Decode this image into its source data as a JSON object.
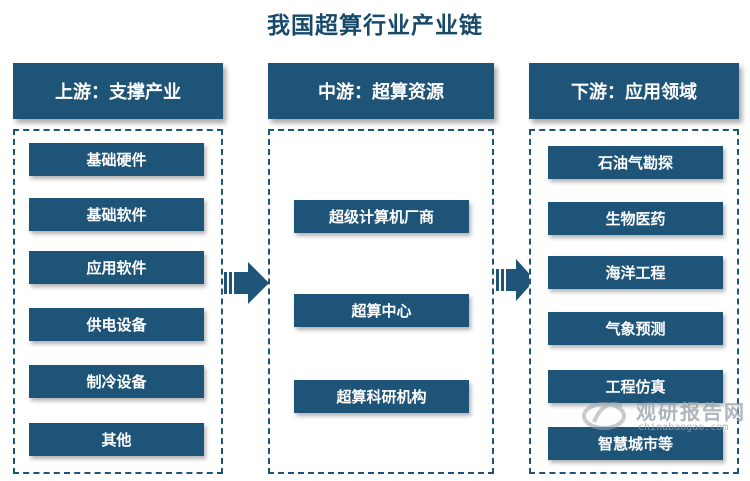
{
  "title": "我国超算行业产业链",
  "upstream": {
    "header": "上游：支撑产业",
    "items": [
      "基础硬件",
      "基础软件",
      "应用软件",
      "供电设备",
      "制冷设备",
      "其他"
    ]
  },
  "midstream": {
    "header": "中游：超算资源",
    "items": [
      "超级计算机厂商",
      "超算中心",
      "超算科研机构"
    ]
  },
  "downstream": {
    "header": "下游：应用领域",
    "items": [
      "石油气勘探",
      "生物医药",
      "海洋工程",
      "气象预测",
      "工程仿真",
      "智慧城市等"
    ]
  },
  "watermark": {
    "name": "观研报告网",
    "url": "chinabaogao.com"
  },
  "colors": {
    "primary": "#1e5478",
    "title": "#174a6a"
  }
}
